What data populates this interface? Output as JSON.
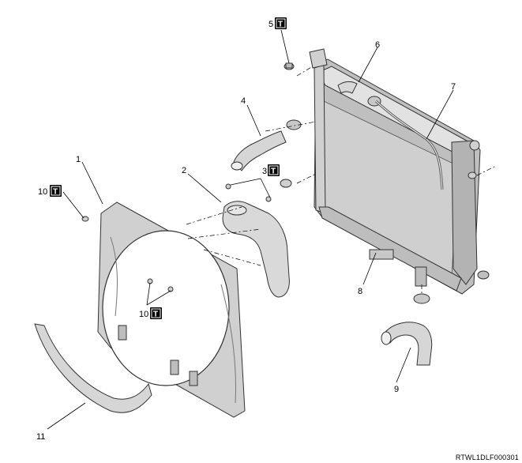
{
  "diagram": {
    "torque_badge": "T",
    "callouts": [
      {
        "id": "c1",
        "label": "1",
        "torque": false
      },
      {
        "id": "c2",
        "label": "2",
        "torque": false
      },
      {
        "id": "c3",
        "label": "3",
        "torque": true
      },
      {
        "id": "c4",
        "label": "4",
        "torque": false
      },
      {
        "id": "c5",
        "label": "5",
        "torque": true
      },
      {
        "id": "c6",
        "label": "6",
        "torque": false
      },
      {
        "id": "c7",
        "label": "7",
        "torque": false
      },
      {
        "id": "c8",
        "label": "8",
        "torque": false
      },
      {
        "id": "c9",
        "label": "9",
        "torque": false
      },
      {
        "id": "c10a",
        "label": "10",
        "torque": true
      },
      {
        "id": "c10b",
        "label": "10",
        "torque": true
      },
      {
        "id": "c11",
        "label": "11",
        "torque": false
      }
    ],
    "document_code": "RTWL1DLF000301"
  },
  "colors": {
    "part_fill": "#d9d9d9",
    "part_shadow": "#a8a8a8",
    "core_fill": "#cfcfcf",
    "outline": "#333333",
    "badge": "#000000"
  }
}
